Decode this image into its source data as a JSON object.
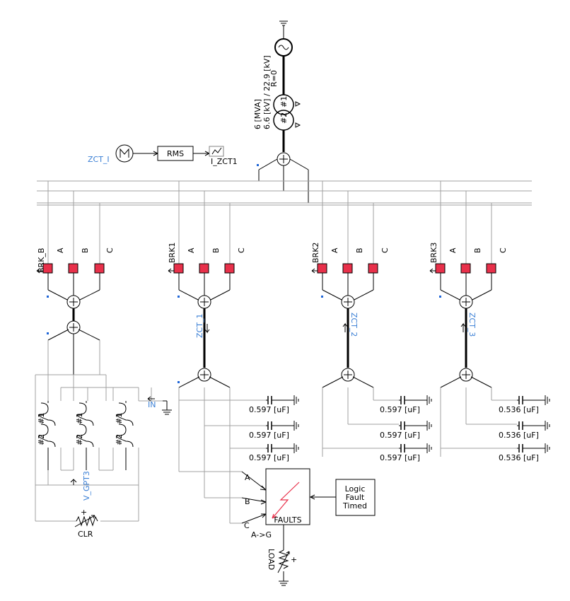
{
  "colors": {
    "breaker": "#e8304a",
    "signal_label": "#3a7fd5",
    "fault_arrow": "#e8304a",
    "bus": "#a0a0a0"
  },
  "source": {
    "resistance_label": "R=0"
  },
  "transformer": {
    "rating": "6 [MVA]",
    "voltage": "6.6 [kV] / 22.9 [kV]",
    "winding1": "#1",
    "winding2": "#2"
  },
  "measurement": {
    "input_signal": "ZCT_I",
    "block": "RMS",
    "output_signal": "I_ZCT1"
  },
  "breakers": [
    {
      "name": "BRK_B",
      "phases": [
        "A",
        "B",
        "C"
      ],
      "sensor": ""
    },
    {
      "name": "BRK1",
      "phases": [
        "A",
        "B",
        "C"
      ],
      "sensor": "ZCT_1"
    },
    {
      "name": "BRK2",
      "phases": [
        "A",
        "B",
        "C"
      ],
      "sensor": "ZCT_2"
    },
    {
      "name": "BRK3",
      "phases": [
        "A",
        "B",
        "C"
      ],
      "sensor": "ZCT_3"
    }
  ],
  "gpt": {
    "winding1": "#1",
    "winding2": "#2",
    "neutral_meter": "IN",
    "voltage_signal": "V_GPT3",
    "resistor": "CLR"
  },
  "capacitors": {
    "feeder1": [
      "0.597 [uF]",
      "0.597 [uF]",
      "0.597 [uF]"
    ],
    "feeder2": [
      "0.597 [uF]",
      "0.597 [uF]",
      "0.597 [uF]"
    ],
    "feeder3": [
      "0.536 [uF]",
      "0.536 [uF]",
      "0.536 [uF]"
    ]
  },
  "faults": {
    "label": "FAULTS",
    "inputs": [
      "A",
      "B",
      "C"
    ],
    "fault_type": "A->G",
    "logic": [
      "Logic",
      "Fault",
      "Timed"
    ]
  },
  "load": {
    "label": "LOAD"
  }
}
